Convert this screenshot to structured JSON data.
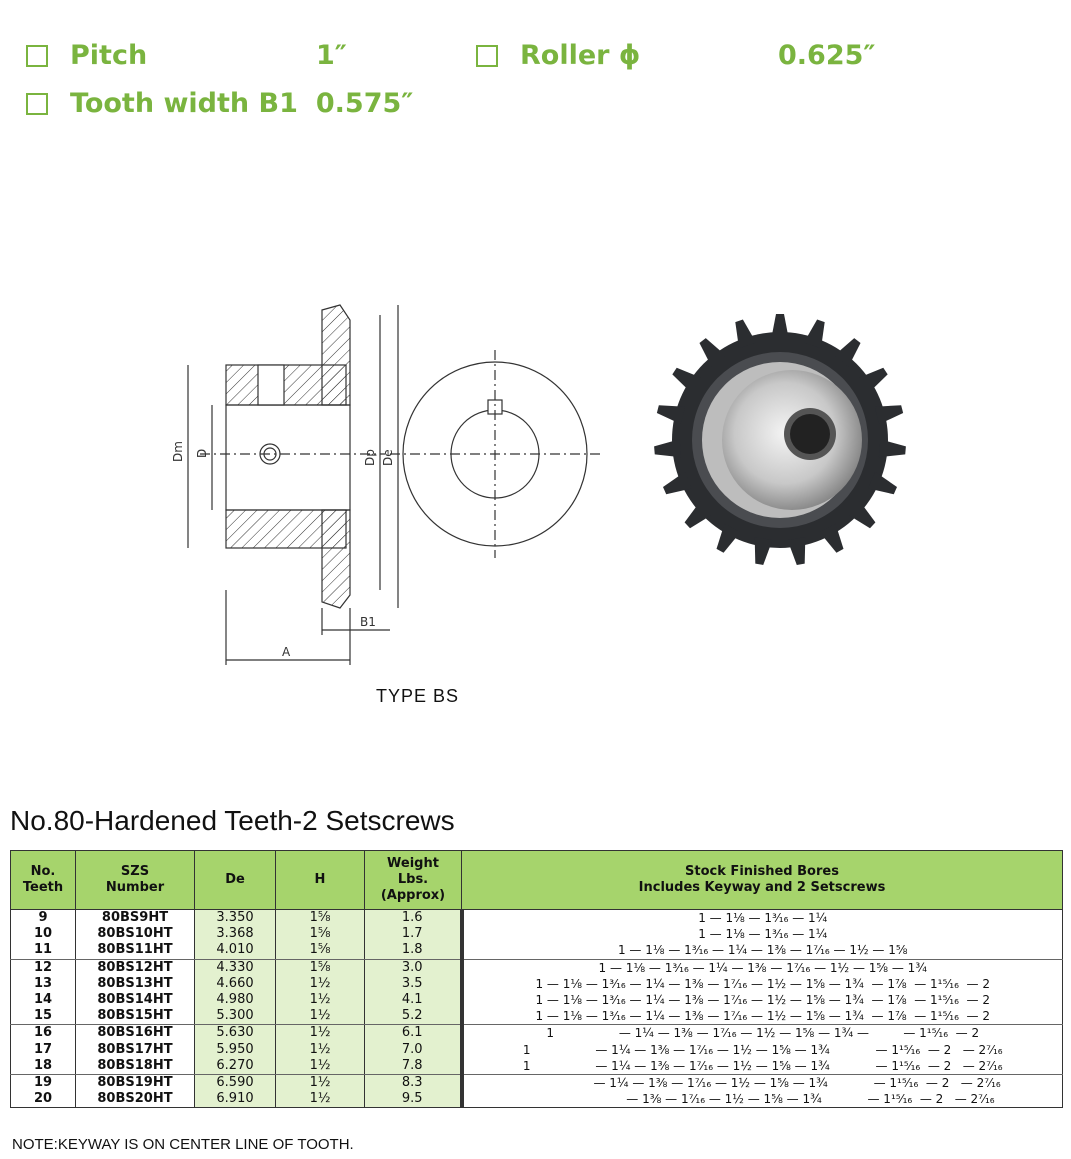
{
  "specs": {
    "pitch_label": "Pitch",
    "pitch_value": "1″",
    "roller_label": "Roller ϕ",
    "roller_value": "0.625″",
    "tooth_label": "Tooth width B1",
    "tooth_value": "0.575″"
  },
  "drawing": {
    "labels": {
      "dm": "Dm",
      "d": "D",
      "dp": "Dp",
      "de": "De",
      "b1": "B1",
      "a": "A"
    },
    "caption": "TYPE BS"
  },
  "table": {
    "title": "No.80-Hardened Teeth-2 Setscrews",
    "headers": {
      "teeth": [
        "No.",
        "Teeth"
      ],
      "number": [
        "SZS",
        "Number"
      ],
      "de": "De",
      "h": "H",
      "weight": [
        "Weight",
        "Lbs.",
        "(Approx)"
      ],
      "bores": [
        "Stock Finished Bores",
        "Includes Keyway and 2 Setscrews"
      ]
    },
    "rows": [
      {
        "teeth": "9",
        "number": "80BS9HT",
        "de": "3.350",
        "h": "1⅝",
        "weight": "1.6",
        "bores": "1 — 1⅛ — 1³⁄₁₆ — 1¼"
      },
      {
        "teeth": "10",
        "number": "80BS10HT",
        "de": "3.368",
        "h": "1⅝",
        "weight": "1.7",
        "bores": "1 — 1⅛ — 1³⁄₁₆ — 1¼"
      },
      {
        "teeth": "11",
        "number": "80BS11HT",
        "de": "4.010",
        "h": "1⅝",
        "weight": "1.8",
        "bores": "1 — 1⅛ — 1³⁄₁₆ — 1¼ — 1⅜ — 1⁷⁄₁₆ — 1½ — 1⅝"
      },
      {
        "teeth": "12",
        "number": "80BS12HT",
        "de": "4.330",
        "h": "1⅝",
        "weight": "3.0",
        "bores": "1 — 1⅛ — 1³⁄₁₆ — 1¼ — 1⅜ — 1⁷⁄₁₆ — 1½ — 1⅝ — 1¾"
      },
      {
        "teeth": "13",
        "number": "80BS13HT",
        "de": "4.660",
        "h": "1½",
        "weight": "3.5",
        "bores": "1 — 1⅛ — 1³⁄₁₆ — 1¼ — 1⅜ — 1⁷⁄₁₆ — 1½ — 1⅝ — 1¾  — 1⅞  — 1¹⁵⁄₁₆  — 2"
      },
      {
        "teeth": "14",
        "number": "80BS14HT",
        "de": "4.980",
        "h": "1½",
        "weight": "4.1",
        "bores": "1 — 1⅛ — 1³⁄₁₆ — 1¼ — 1⅜ — 1⁷⁄₁₆ — 1½ — 1⅝ — 1¾  — 1⅞  — 1¹⁵⁄₁₆  — 2"
      },
      {
        "teeth": "15",
        "number": "80BS15HT",
        "de": "5.300",
        "h": "1½",
        "weight": "5.2",
        "bores": "1 — 1⅛ — 1³⁄₁₆ — 1¼ — 1⅜ — 1⁷⁄₁₆ — 1½ — 1⅝ — 1¾  — 1⅞  — 1¹⁵⁄₁₆  — 2"
      },
      {
        "teeth": "16",
        "number": "80BS16HT",
        "de": "5.630",
        "h": "1½",
        "weight": "6.1",
        "bores": "1                 — 1¼ — 1⅜ — 1⁷⁄₁₆ — 1½ — 1⅝ — 1¾ —         — 1¹⁵⁄₁₆  — 2"
      },
      {
        "teeth": "17",
        "number": "80BS17HT",
        "de": "5.950",
        "h": "1½",
        "weight": "7.0",
        "bores": "1                 — 1¼ — 1⅜ — 1⁷⁄₁₆ — 1½ — 1⅝ — 1¾            — 1¹⁵⁄₁₆  — 2   — 2⁷⁄₁₆"
      },
      {
        "teeth": "18",
        "number": "80BS18HT",
        "de": "6.270",
        "h": "1½",
        "weight": "7.8",
        "bores": "1                 — 1¼ — 1⅜ — 1⁷⁄₁₆ — 1½ — 1⅝ — 1¾            — 1¹⁵⁄₁₆  — 2   — 2⁷⁄₁₆"
      },
      {
        "teeth": "19",
        "number": "80BS19HT",
        "de": "6.590",
        "h": "1½",
        "weight": "8.3",
        "bores": "                  — 1¼ — 1⅜ — 1⁷⁄₁₆ — 1½ — 1⅝ — 1¾            — 1¹⁵⁄₁₆  — 2   — 2⁷⁄₁₆"
      },
      {
        "teeth": "20",
        "number": "80BS20HT",
        "de": "6.910",
        "h": "1½",
        "weight": "9.5",
        "bores": "                         — 1⅜ — 1⁷⁄₁₆ — 1½ — 1⅝ — 1¾            — 1¹⁵⁄₁₆  — 2   — 2⁷⁄₁₆"
      }
    ],
    "group_ends": [
      2,
      6,
      9
    ]
  },
  "note": "NOTE:KEYWAY IS ON CENTER LINE OF TOOTH.",
  "colors": {
    "accent_green": "#7ab43f",
    "header_green": "#a6d46c",
    "cell_green": "#e3f1cf"
  }
}
